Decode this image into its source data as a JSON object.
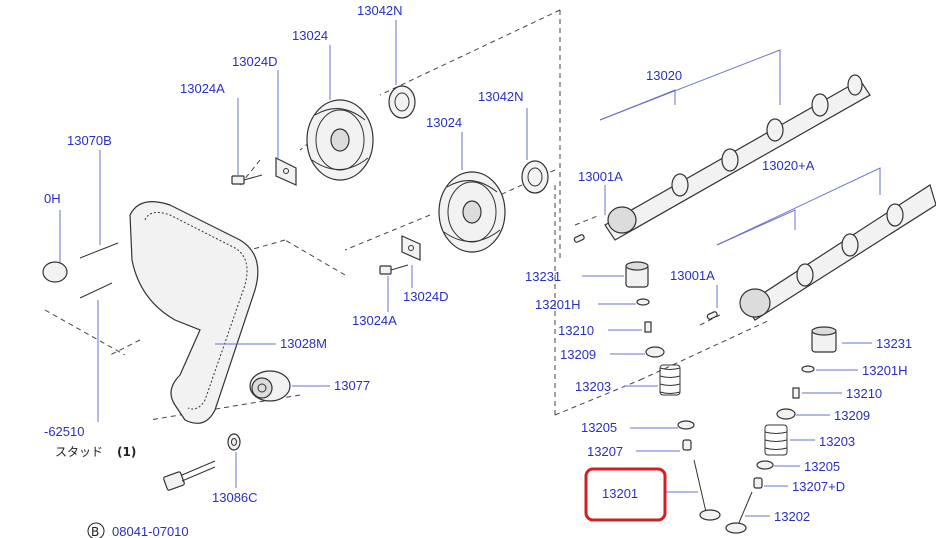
{
  "labels": {
    "l13042N_a": "13042N",
    "l13024_a": "13024",
    "l13024D_a": "13024D",
    "l13024A_a": "13024A",
    "l13070B": "13070B",
    "l0H": "0H",
    "l13042N_b": "13042N",
    "l13024_b": "13024",
    "l13020": "13020",
    "l13001A_a": "13001A",
    "l13020A": "13020+A",
    "l13231_a": "13231",
    "l13001A_b": "13001A",
    "l13201H_a": "13201H",
    "l13210_a": "13210",
    "l13209_a": "13209",
    "l13203_a": "13203",
    "l13205_a": "13205",
    "l13207": "13207",
    "l13201": "13201",
    "l13024D_b": "13024D",
    "l13024A_b": "13024A",
    "l13028M": "13028M",
    "l13077": "13077",
    "l62510": "-62510",
    "stud": "スタッド",
    "stud_qty": "(1)",
    "l13086C": "13086C",
    "bolt_badge": "B",
    "l08041": "08041-07010",
    "l13231_b": "13231",
    "l13201H_b": "13201H",
    "l13210_b": "13210",
    "l13209_b": "13209",
    "l13203_b": "13203",
    "l13205_b": "13205",
    "l13207D": "13207+D",
    "l13202": "13202"
  },
  "colors": {
    "label": "#2a2fc4",
    "highlight": "#d01f26",
    "leader": "#6a73c8"
  },
  "highlighted_part": "13201"
}
